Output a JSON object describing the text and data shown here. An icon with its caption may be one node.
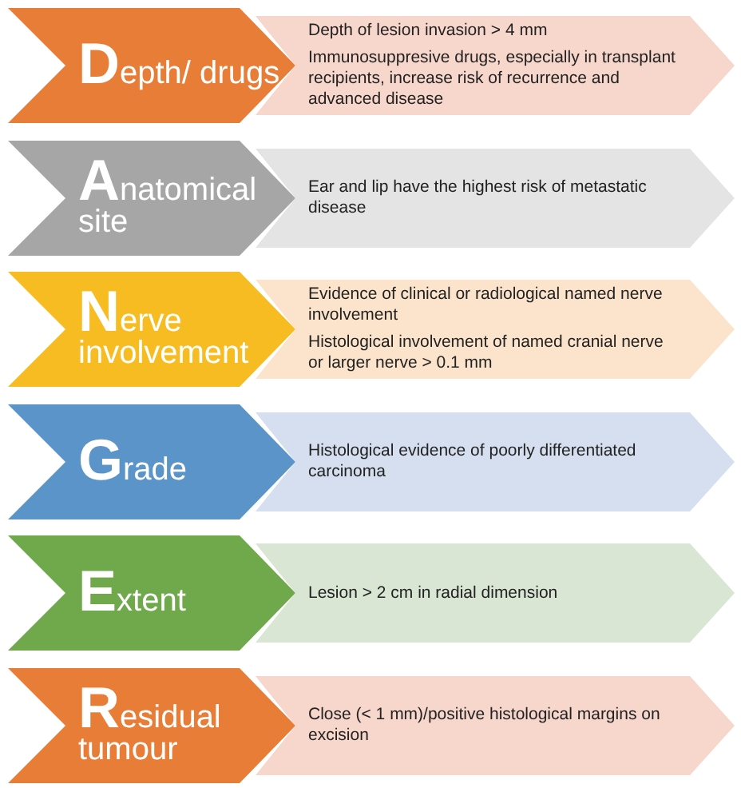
{
  "diagram": {
    "nodes": [
      {
        "text": [
          "**D**epth/ drugs"
        ]
      },
      {
        "text": [
          "Depth of lesion invasion > 4 mm",
          "Immunosuppresive drugs, especially in transplant recipients, increase risk of recurrence and advanced disease"
        ]
      },
      {
        "text": [
          "**A**natomical site"
        ]
      },
      {
        "text": [
          "Ear and lip have the highest risk of metastatic disease"
        ]
      },
      {
        "text": [
          "**N**erve involvement"
        ]
      },
      {
        "text": [
          "Evidence of clinical or radiological named nerve involvement",
          "Histological involvement of named cranial nerve or larger nerve > 0.1 mm"
        ]
      },
      {
        "text": [
          "**G**rade"
        ]
      },
      {
        "text": [
          "Histological evidence of poorly differentiated carcinoma"
        ]
      },
      {
        "text": [
          "**E**xtent"
        ]
      },
      {
        "text": [
          "Lesion > 2 cm in radial dimension"
        ]
      },
      {
        "text": [
          "**R**esidual tumour"
        ]
      },
      {
        "text": [
          "Close (< 1 mm)/positive histological margins on excision"
        ]
      }
    ]
  }
}
